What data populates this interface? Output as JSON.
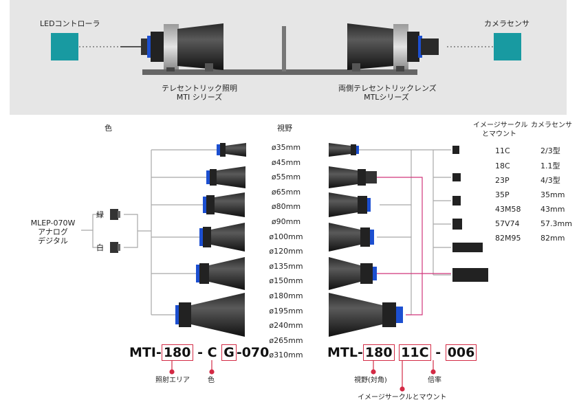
{
  "top": {
    "led_controller": "LEDコントローラ",
    "camera_sensor": "カメラセンサ",
    "illumination_label_1": "テレセントリック照明",
    "illumination_label_2": "MTI シリーズ",
    "lens_label_1": "両側テレセントリックレンズ",
    "lens_label_2": "MTLシリーズ"
  },
  "colors": {
    "teal_box": "#189aa1",
    "accent_red": "#d32a45",
    "pink_line": "#d0357a",
    "connector_gray": "#a8a8a8"
  },
  "headers": {
    "color": "色",
    "fov": "視野",
    "image_circle_line1": "イメージサークル",
    "image_circle_line2": "とマウント",
    "camera_sensor": "カメラセンサ"
  },
  "controller": {
    "line1": "MLEP-070W",
    "line2": "アナログ",
    "line3": "デジタル"
  },
  "color_options": [
    "緑",
    "白"
  ],
  "fov_list": [
    "ø35mm",
    "ø45mm",
    "ø55mm",
    "ø65mm",
    "ø80mm",
    "ø90mm",
    "ø100mm",
    "ø120mm",
    "ø135mm",
    "ø150mm",
    "ø180mm",
    "ø195mm",
    "ø240mm",
    "ø265mm",
    "ø310mm"
  ],
  "mount_table": [
    {
      "mount": "11C",
      "sensor": "2/3型"
    },
    {
      "mount": "18C",
      "sensor": "1.1型"
    },
    {
      "mount": "23P",
      "sensor": "4/3型"
    },
    {
      "mount": "35P",
      "sensor": "35mm"
    },
    {
      "mount": "43M58",
      "sensor": "43mm"
    },
    {
      "mount": "57V74",
      "sensor": "57.3mm"
    },
    {
      "mount": "82M95",
      "sensor": "82mm"
    }
  ],
  "code_mti": {
    "prefix": "MTI-",
    "area": "180",
    "sep": "- C",
    "color": "G",
    "suffix": "-070"
  },
  "code_mtl": {
    "prefix": "MTL-",
    "fov": "180",
    "mount": "11C",
    "sep": "-",
    "mag": "006"
  },
  "callouts": {
    "area": "照射エリア",
    "color": "色",
    "fov_diag": "視野(対角)",
    "mag": "倍率",
    "image_circle_mount": "イメージサークルとマウント"
  }
}
